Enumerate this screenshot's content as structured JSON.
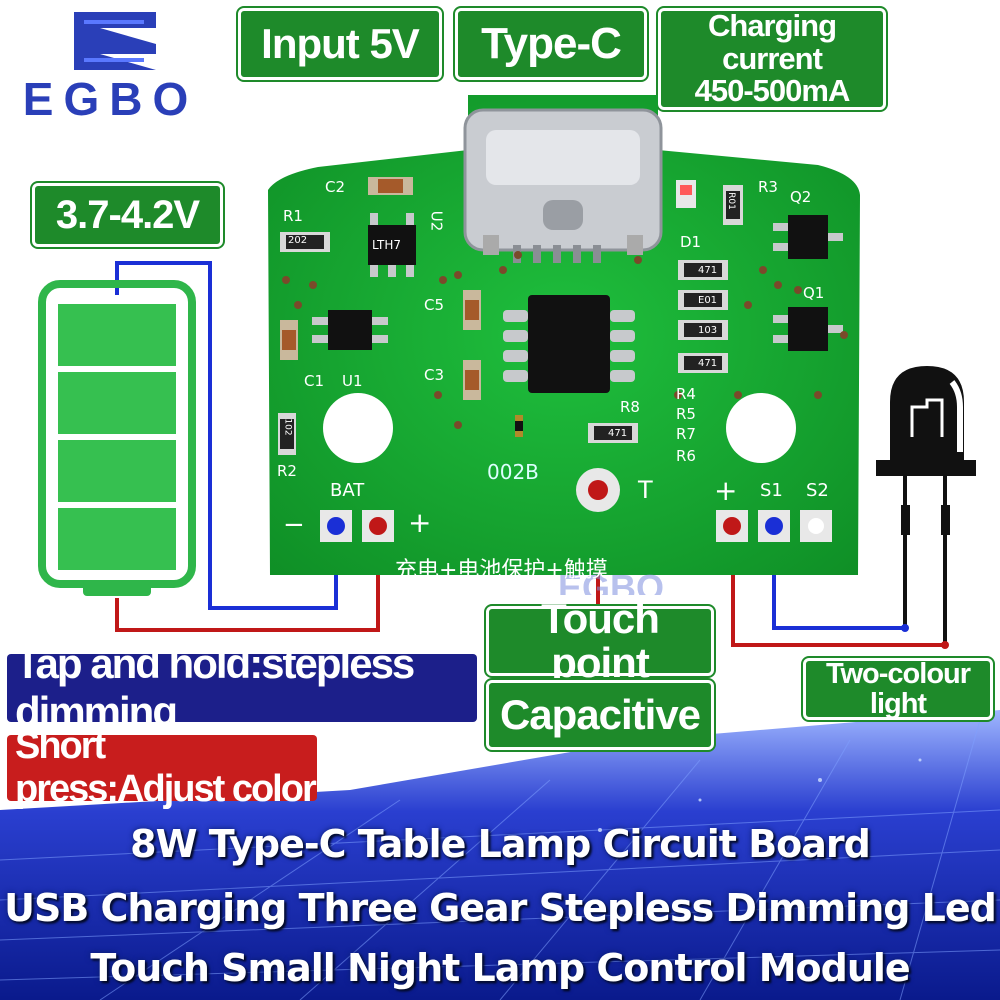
{
  "brand": {
    "logo_text": "EGBO"
  },
  "tags": {
    "input": "Input 5V",
    "type_c": "Type-C",
    "charging_line1": "Charging current",
    "charging_line2": "450-500mA",
    "battery_voltage": "3.7-4.2V",
    "touch_point": "Touch point",
    "capacitive": "Capacitive",
    "two_colour": "Two-colour light",
    "tap_hold": "Tap and hold:stepless dimming",
    "short_press": "Short press:Adjust color"
  },
  "board": {
    "labels": {
      "c2": "C2",
      "r1": "R1",
      "u2": "U2",
      "lth7": "LTH7",
      "d1": "D1",
      "r3": "R3",
      "q2": "Q2",
      "q1": "Q1",
      "c5": "C5",
      "c3": "C3",
      "c1": "C1",
      "u1": "U1",
      "r2": "R2",
      "r8": "R8",
      "r4": "R4",
      "r5": "R5",
      "r7": "R7",
      "r6": "R6",
      "bat": "BAT",
      "minus": "−",
      "plus_bat": "+",
      "t": "T",
      "plus_led": "+",
      "s1": "S1",
      "s2": "S2",
      "board_code": "002B",
      "chinese": "充电+电池保护+触摸",
      "res_202": "202",
      "res_471a": "471",
      "res_e01": "E01",
      "res_103": "103",
      "res_471b": "471",
      "res_471c": "471",
      "res_102": "102",
      "res_r01": "R01"
    }
  },
  "title": {
    "line1": "8W Type-C Table Lamp Circuit Board",
    "line2": "USB Charging Three Gear Stepless Dimming Led",
    "line3": "Touch Small Night Lamp Control Module"
  },
  "colors": {
    "green_tag": "#1e8a2a",
    "blue_tag": "#1c1f8a",
    "red_tag": "#c81d1d",
    "pcb": "#18a832",
    "wire_blue": "#1a2fd6",
    "wire_red": "#c01818"
  }
}
